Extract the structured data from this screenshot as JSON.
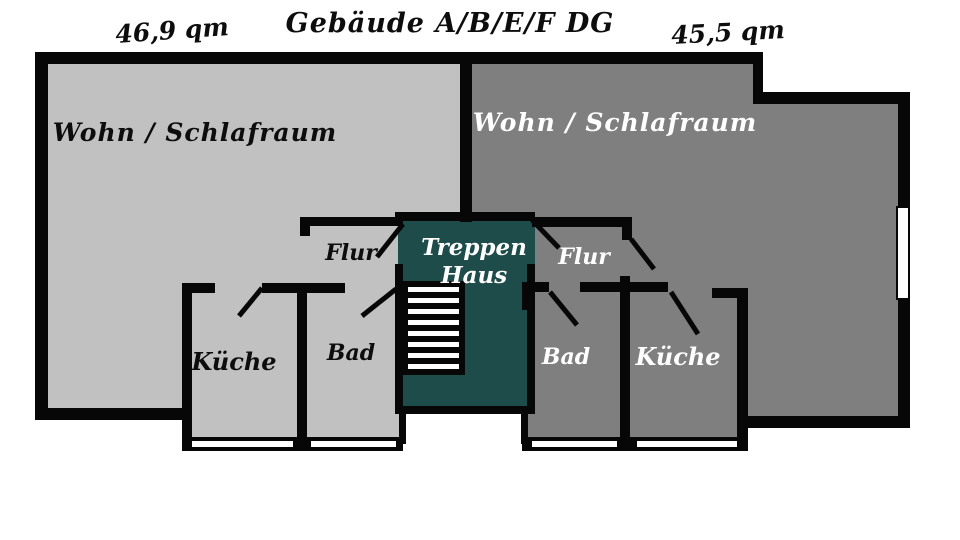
{
  "title": "Gebäude A/B/E/F  DG",
  "apartments": {
    "left": {
      "area": "46,9 qm",
      "living": "Wohn / Schlafraum",
      "hall": "Flur",
      "kitchen": "Küche",
      "bath": "Bad"
    },
    "right": {
      "area": "45,5 qm",
      "living": "Wohn / Schlafraum",
      "hall": "Flur",
      "kitchen": "Küche",
      "bath": "Bad"
    }
  },
  "stairwell": {
    "line1": "Treppen",
    "line2": "Haus"
  },
  "colors": {
    "left_apartment_fill": "#c1c1c1",
    "right_apartment_fill": "#7f7f7f",
    "stairwell_fill": "#1d4c4a",
    "wall": "#070707",
    "label_dark": "#0d0d0d",
    "label_light": "#ffffff"
  }
}
